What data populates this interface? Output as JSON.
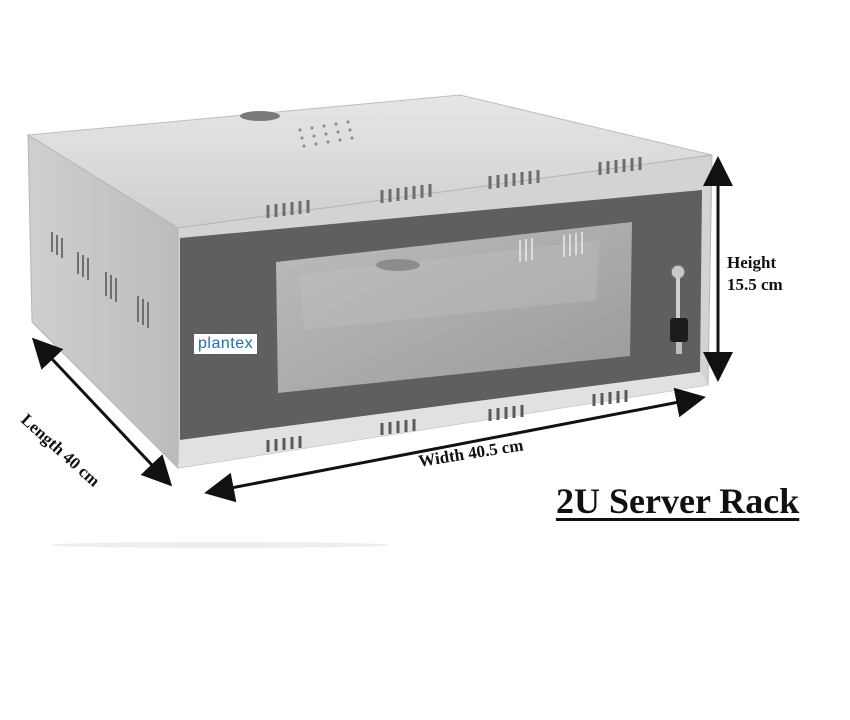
{
  "image": {
    "subject": "wall-mount network server rack cabinet with glass front door"
  },
  "product": {
    "title": "2U Server Rack",
    "brand": "plantex"
  },
  "dimensions": {
    "height_line1": "Height",
    "height_line2": "15.5 cm",
    "length": "Length 40 cm",
    "width": "Width 40.5 cm"
  },
  "colors": {
    "cabinet_body": "#dcdcdc",
    "door_frame": "#5a5a5a",
    "glass": "#a9a9a9",
    "brand_text": "#1f6fb5",
    "arrows": "#111111"
  }
}
